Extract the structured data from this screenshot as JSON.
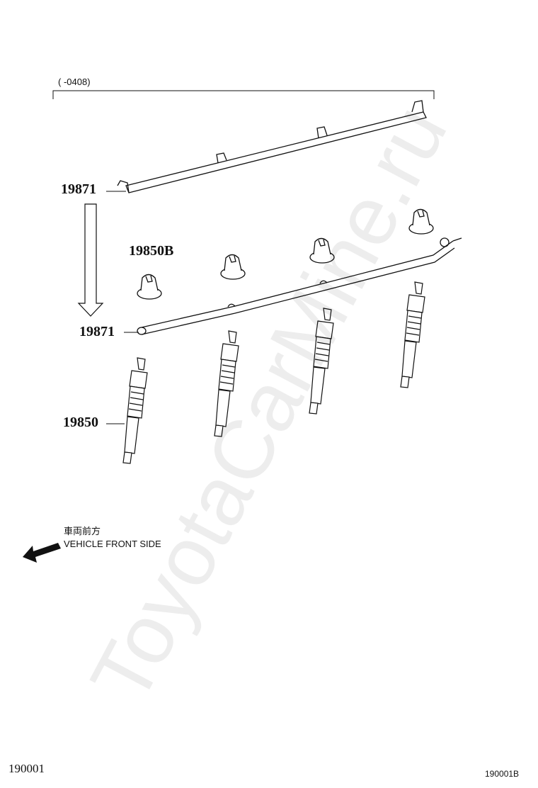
{
  "header": {
    "range_label": "(      -0408)"
  },
  "callouts": {
    "bus_bar_upper": "19871",
    "nut": "19850B",
    "bus_bar_lower": "19871",
    "glow_plug": "19850"
  },
  "orientation": {
    "label_jp": "車両前方",
    "label_en": "VEHICLE FRONT SIDE"
  },
  "figure": {
    "number_left": "190001",
    "number_right": "190001B"
  },
  "watermark": "ToyotaCarMine.ru"
}
